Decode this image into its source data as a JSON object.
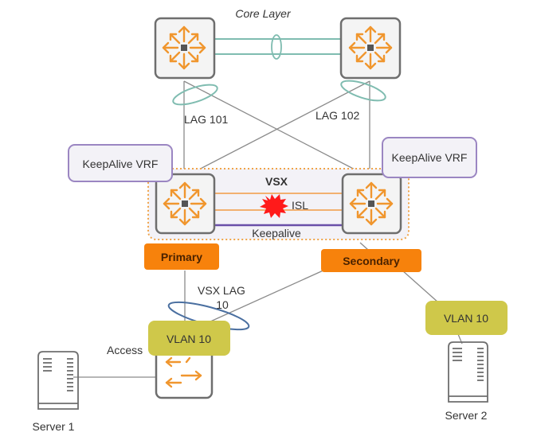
{
  "title": "Core Layer",
  "colors": {
    "switch_arrow": "#f0962e",
    "switch_border": "#6e6e6e",
    "lag_ring": "#7fbcb0",
    "vrf_border": "#9b86c2",
    "vsx_border": "#f0a44a",
    "isl_line": "#f2b070",
    "keepalive_line": "#6a4fa8",
    "role_badge": "#f7820c",
    "vlan_badge": "#cfc84a",
    "vsx_lag_ring": "#4a6fa0",
    "link_line": "#8a8a8a",
    "broken_link": "#ff1a1a"
  },
  "core": {
    "lag_left": "LAG 101",
    "lag_right": "LAG 102"
  },
  "vrf": {
    "left": "KeepAlive VRF",
    "right": "KeepAlive VRF"
  },
  "vsx": {
    "label": "VSX",
    "isl": "ISL",
    "keepalive": "Keepalive",
    "isl_status": "broken"
  },
  "roles": {
    "primary": "Primary",
    "secondary": "Secondary"
  },
  "vsx_lag": {
    "line1": "VSX LAG",
    "line2": "10"
  },
  "access": {
    "label": "Access",
    "vlan": "VLAN 10"
  },
  "server2_vlan": "VLAN 10",
  "servers": {
    "server1": "Server 1",
    "server2": "Server 2"
  }
}
